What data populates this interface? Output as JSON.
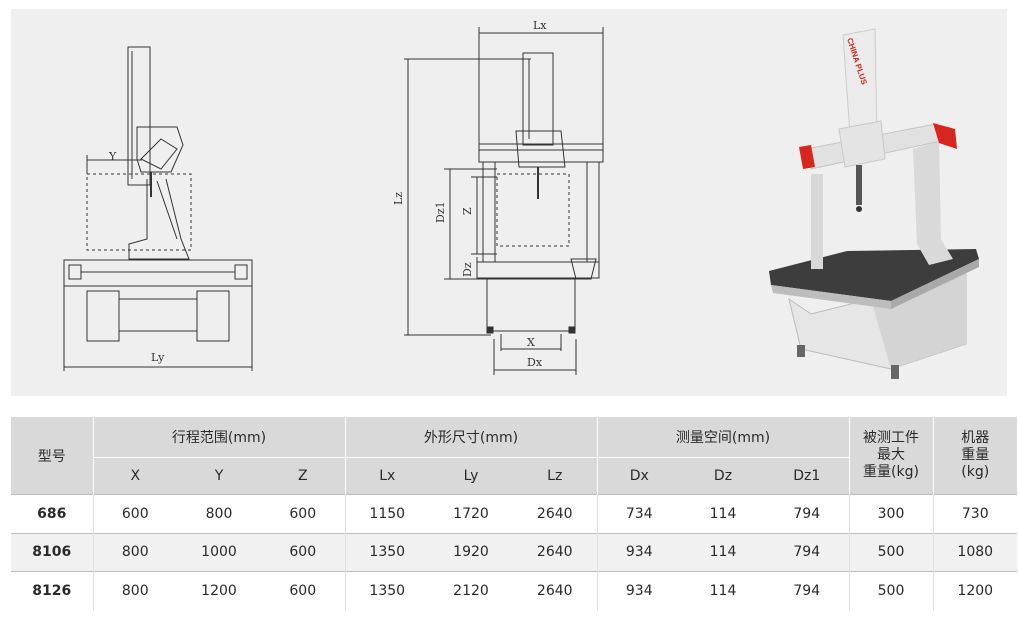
{
  "drawings": {
    "side_view": {
      "labels": {
        "y": "Y",
        "ly": "Ly"
      }
    },
    "front_view": {
      "labels": {
        "lx": "Lx",
        "lz": "Lz",
        "dz1": "Dz1",
        "z": "Z",
        "dz": "Dz",
        "x": "X",
        "dx": "Dx"
      }
    },
    "photo": {
      "brand_text": "CHINA PLUS",
      "accent_color": "#d7261e"
    }
  },
  "table": {
    "model_header": "型号",
    "groups": {
      "travel": "行程范围(mm)",
      "outline": "外形尺寸(mm)",
      "space": "测量空间(mm)",
      "max_weight": [
        "被测工件",
        "最大",
        "重量(kg)"
      ],
      "machine_weight": [
        "机器",
        "重量",
        "(kg)"
      ]
    },
    "subheaders": [
      "X",
      "Y",
      "Z",
      "Lx",
      "Ly",
      "Lz",
      "Dx",
      "Dz",
      "Dz1"
    ],
    "rows": [
      {
        "model": "686",
        "values": [
          "600",
          "800",
          "600",
          "1150",
          "1720",
          "2640",
          "734",
          "114",
          "794",
          "300",
          "730"
        ]
      },
      {
        "model": "8106",
        "values": [
          "800",
          "1000",
          "600",
          "1350",
          "1920",
          "2640",
          "934",
          "114",
          "794",
          "500",
          "1080"
        ]
      },
      {
        "model": "8126",
        "values": [
          "800",
          "1200",
          "600",
          "1350",
          "2120",
          "2640",
          "934",
          "114",
          "794",
          "500",
          "1200"
        ]
      }
    ]
  }
}
